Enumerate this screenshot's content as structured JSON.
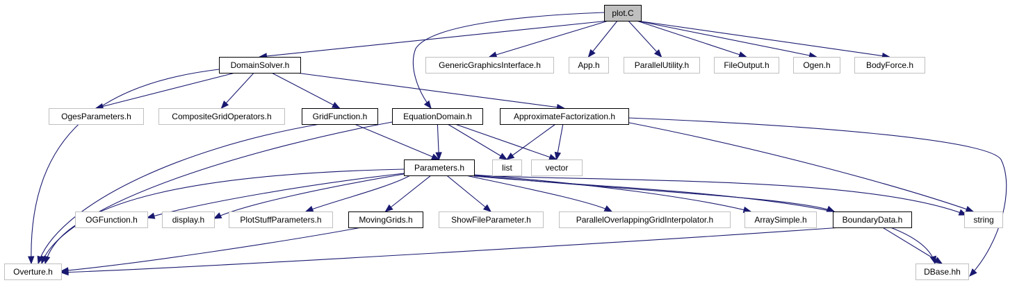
{
  "graph": {
    "type": "include-dependency-graph",
    "colors": {
      "edge": "#191970",
      "root_fill": "#bfbfbf",
      "documented_border": "#000000",
      "undocumented_border": "#bfbfbf",
      "node_fill": "#ffffff"
    },
    "nodes": [
      {
        "id": "plot_c",
        "label": "plot.C",
        "kind": "root"
      },
      {
        "id": "domainsolver",
        "label": "DomainSolver.h",
        "kind": "documented"
      },
      {
        "id": "genericgraphics",
        "label": "GenericGraphicsInterface.h",
        "kind": "external"
      },
      {
        "id": "app",
        "label": "App.h",
        "kind": "external"
      },
      {
        "id": "parallelutility",
        "label": "ParallelUtility.h",
        "kind": "external"
      },
      {
        "id": "fileoutput",
        "label": "FileOutput.h",
        "kind": "external"
      },
      {
        "id": "ogen",
        "label": "Ogen.h",
        "kind": "external"
      },
      {
        "id": "bodyforce",
        "label": "BodyForce.h",
        "kind": "external"
      },
      {
        "id": "ogesparameters",
        "label": "OgesParameters.h",
        "kind": "external"
      },
      {
        "id": "compositegridoperators",
        "label": "CompositeGridOperators.h",
        "kind": "external"
      },
      {
        "id": "gridfunction",
        "label": "GridFunction.h",
        "kind": "documented"
      },
      {
        "id": "equationdomain",
        "label": "EquationDomain.h",
        "kind": "documented"
      },
      {
        "id": "approxfactorization",
        "label": "ApproximateFactorization.h",
        "kind": "documented"
      },
      {
        "id": "parameters",
        "label": "Parameters.h",
        "kind": "documented"
      },
      {
        "id": "list",
        "label": "list",
        "kind": "external"
      },
      {
        "id": "vector",
        "label": "vector",
        "kind": "external"
      },
      {
        "id": "ogfunction",
        "label": "OGFunction.h",
        "kind": "external"
      },
      {
        "id": "display",
        "label": "display.h",
        "kind": "external"
      },
      {
        "id": "plotstuffparameters",
        "label": "PlotStuffParameters.h",
        "kind": "external"
      },
      {
        "id": "movinggrids",
        "label": "MovingGrids.h",
        "kind": "documented"
      },
      {
        "id": "showfileparameter",
        "label": "ShowFileParameter.h",
        "kind": "external"
      },
      {
        "id": "poginterp",
        "label": "ParallelOverlappingGridInterpolator.h",
        "kind": "external"
      },
      {
        "id": "arraysimple",
        "label": "ArraySimple.h",
        "kind": "external"
      },
      {
        "id": "boundarydata",
        "label": "BoundaryData.h",
        "kind": "documented"
      },
      {
        "id": "string",
        "label": "string",
        "kind": "external"
      },
      {
        "id": "overture",
        "label": "Overture.h",
        "kind": "external"
      },
      {
        "id": "dbase",
        "label": "DBase.hh",
        "kind": "external"
      }
    ],
    "edges": [
      {
        "from": "plot_c",
        "to": "domainsolver"
      },
      {
        "from": "plot_c",
        "to": "genericgraphics"
      },
      {
        "from": "plot_c",
        "to": "app"
      },
      {
        "from": "plot_c",
        "to": "parallelutility"
      },
      {
        "from": "plot_c",
        "to": "fileoutput"
      },
      {
        "from": "plot_c",
        "to": "ogen"
      },
      {
        "from": "plot_c",
        "to": "bodyforce"
      },
      {
        "from": "plot_c",
        "to": "equationdomain"
      },
      {
        "from": "domainsolver",
        "to": "overture"
      },
      {
        "from": "domainsolver",
        "to": "ogesparameters"
      },
      {
        "from": "domainsolver",
        "to": "compositegridoperators"
      },
      {
        "from": "domainsolver",
        "to": "gridfunction"
      },
      {
        "from": "domainsolver",
        "to": "approxfactorization"
      },
      {
        "from": "gridfunction",
        "to": "overture"
      },
      {
        "from": "gridfunction",
        "to": "parameters"
      },
      {
        "from": "equationdomain",
        "to": "overture"
      },
      {
        "from": "equationdomain",
        "to": "parameters"
      },
      {
        "from": "equationdomain",
        "to": "list"
      },
      {
        "from": "equationdomain",
        "to": "vector"
      },
      {
        "from": "approxfactorization",
        "to": "list"
      },
      {
        "from": "approxfactorization",
        "to": "vector"
      },
      {
        "from": "approxfactorization",
        "to": "string"
      },
      {
        "from": "approxfactorization",
        "to": "dbase"
      },
      {
        "from": "parameters",
        "to": "overture"
      },
      {
        "from": "parameters",
        "to": "ogfunction"
      },
      {
        "from": "parameters",
        "to": "display"
      },
      {
        "from": "parameters",
        "to": "plotstuffparameters"
      },
      {
        "from": "parameters",
        "to": "movinggrids"
      },
      {
        "from": "parameters",
        "to": "showfileparameter"
      },
      {
        "from": "parameters",
        "to": "poginterp"
      },
      {
        "from": "parameters",
        "to": "arraysimple"
      },
      {
        "from": "parameters",
        "to": "boundarydata"
      },
      {
        "from": "parameters",
        "to": "string"
      },
      {
        "from": "parameters",
        "to": "dbase"
      },
      {
        "from": "movinggrids",
        "to": "overture"
      },
      {
        "from": "boundarydata",
        "to": "overture"
      },
      {
        "from": "boundarydata",
        "to": "dbase"
      }
    ]
  }
}
